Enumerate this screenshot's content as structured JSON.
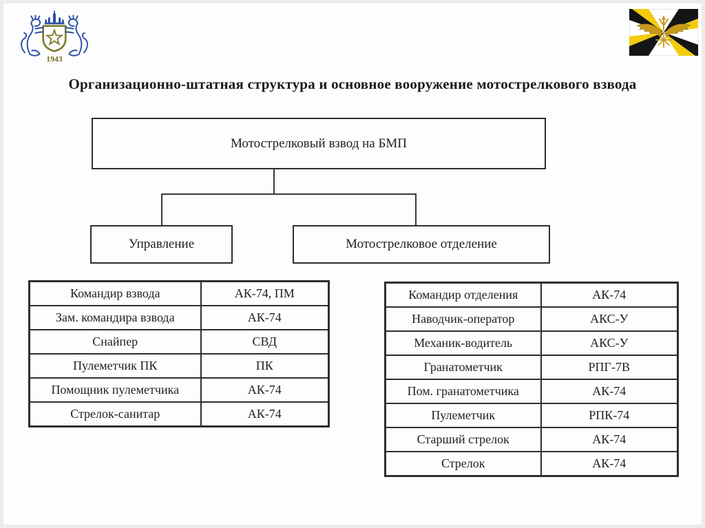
{
  "title": "Организационно-штатная структура и основное вооружение мотострелкового взвода",
  "org_chart": {
    "root_label": "Мотострелковый взвод на БМП",
    "children": [
      "Управление",
      "Мотострелковое отделение"
    ]
  },
  "tables": {
    "left": {
      "rows": [
        {
          "position": "Командир взвода",
          "weapon": "АК-74, ПМ"
        },
        {
          "position": "Зам. командира взвода",
          "weapon": "АК-74"
        },
        {
          "position": "Снайпер",
          "weapon": "СВД"
        },
        {
          "position": "Пулеметчик ПК",
          "weapon": "ПК"
        },
        {
          "position": "Помощник пулеметчика",
          "weapon": "АК-74"
        },
        {
          "position": "Стрелок-санитар",
          "weapon": "АК-74"
        }
      ]
    },
    "right": {
      "rows": [
        {
          "position": "Командир отделения",
          "weapon": "АК-74"
        },
        {
          "position": "Наводчик-оператор",
          "weapon": "АКС-У"
        },
        {
          "position": "Механик-водитель",
          "weapon": "АКС-У"
        },
        {
          "position": "Гранатометчик",
          "weapon": "РПГ-7В"
        },
        {
          "position": "Пом. гранатометчика",
          "weapon": "АК-74"
        },
        {
          "position": "Пулеметчик",
          "weapon": "РПК-74"
        },
        {
          "position": "Старший стрелок",
          "weapon": "АК-74"
        },
        {
          "position": "Стрелок",
          "weapon": "АК-74"
        }
      ]
    }
  },
  "logos": {
    "left": {
      "icon": "lions-shield-academy-emblem",
      "year": "1943",
      "line_color": "#2b4fa5",
      "shield_color": "#7c7c2a"
    },
    "right": {
      "icon": "signal-troops-flag",
      "black": "#151515",
      "yellow": "#f2cc0d",
      "gold": "#c89a1a"
    }
  },
  "colors": {
    "text": "#1f1f1f",
    "border": "#2e2e2e",
    "slide_background": "#fdfdfd",
    "frame": "#ececec"
  }
}
